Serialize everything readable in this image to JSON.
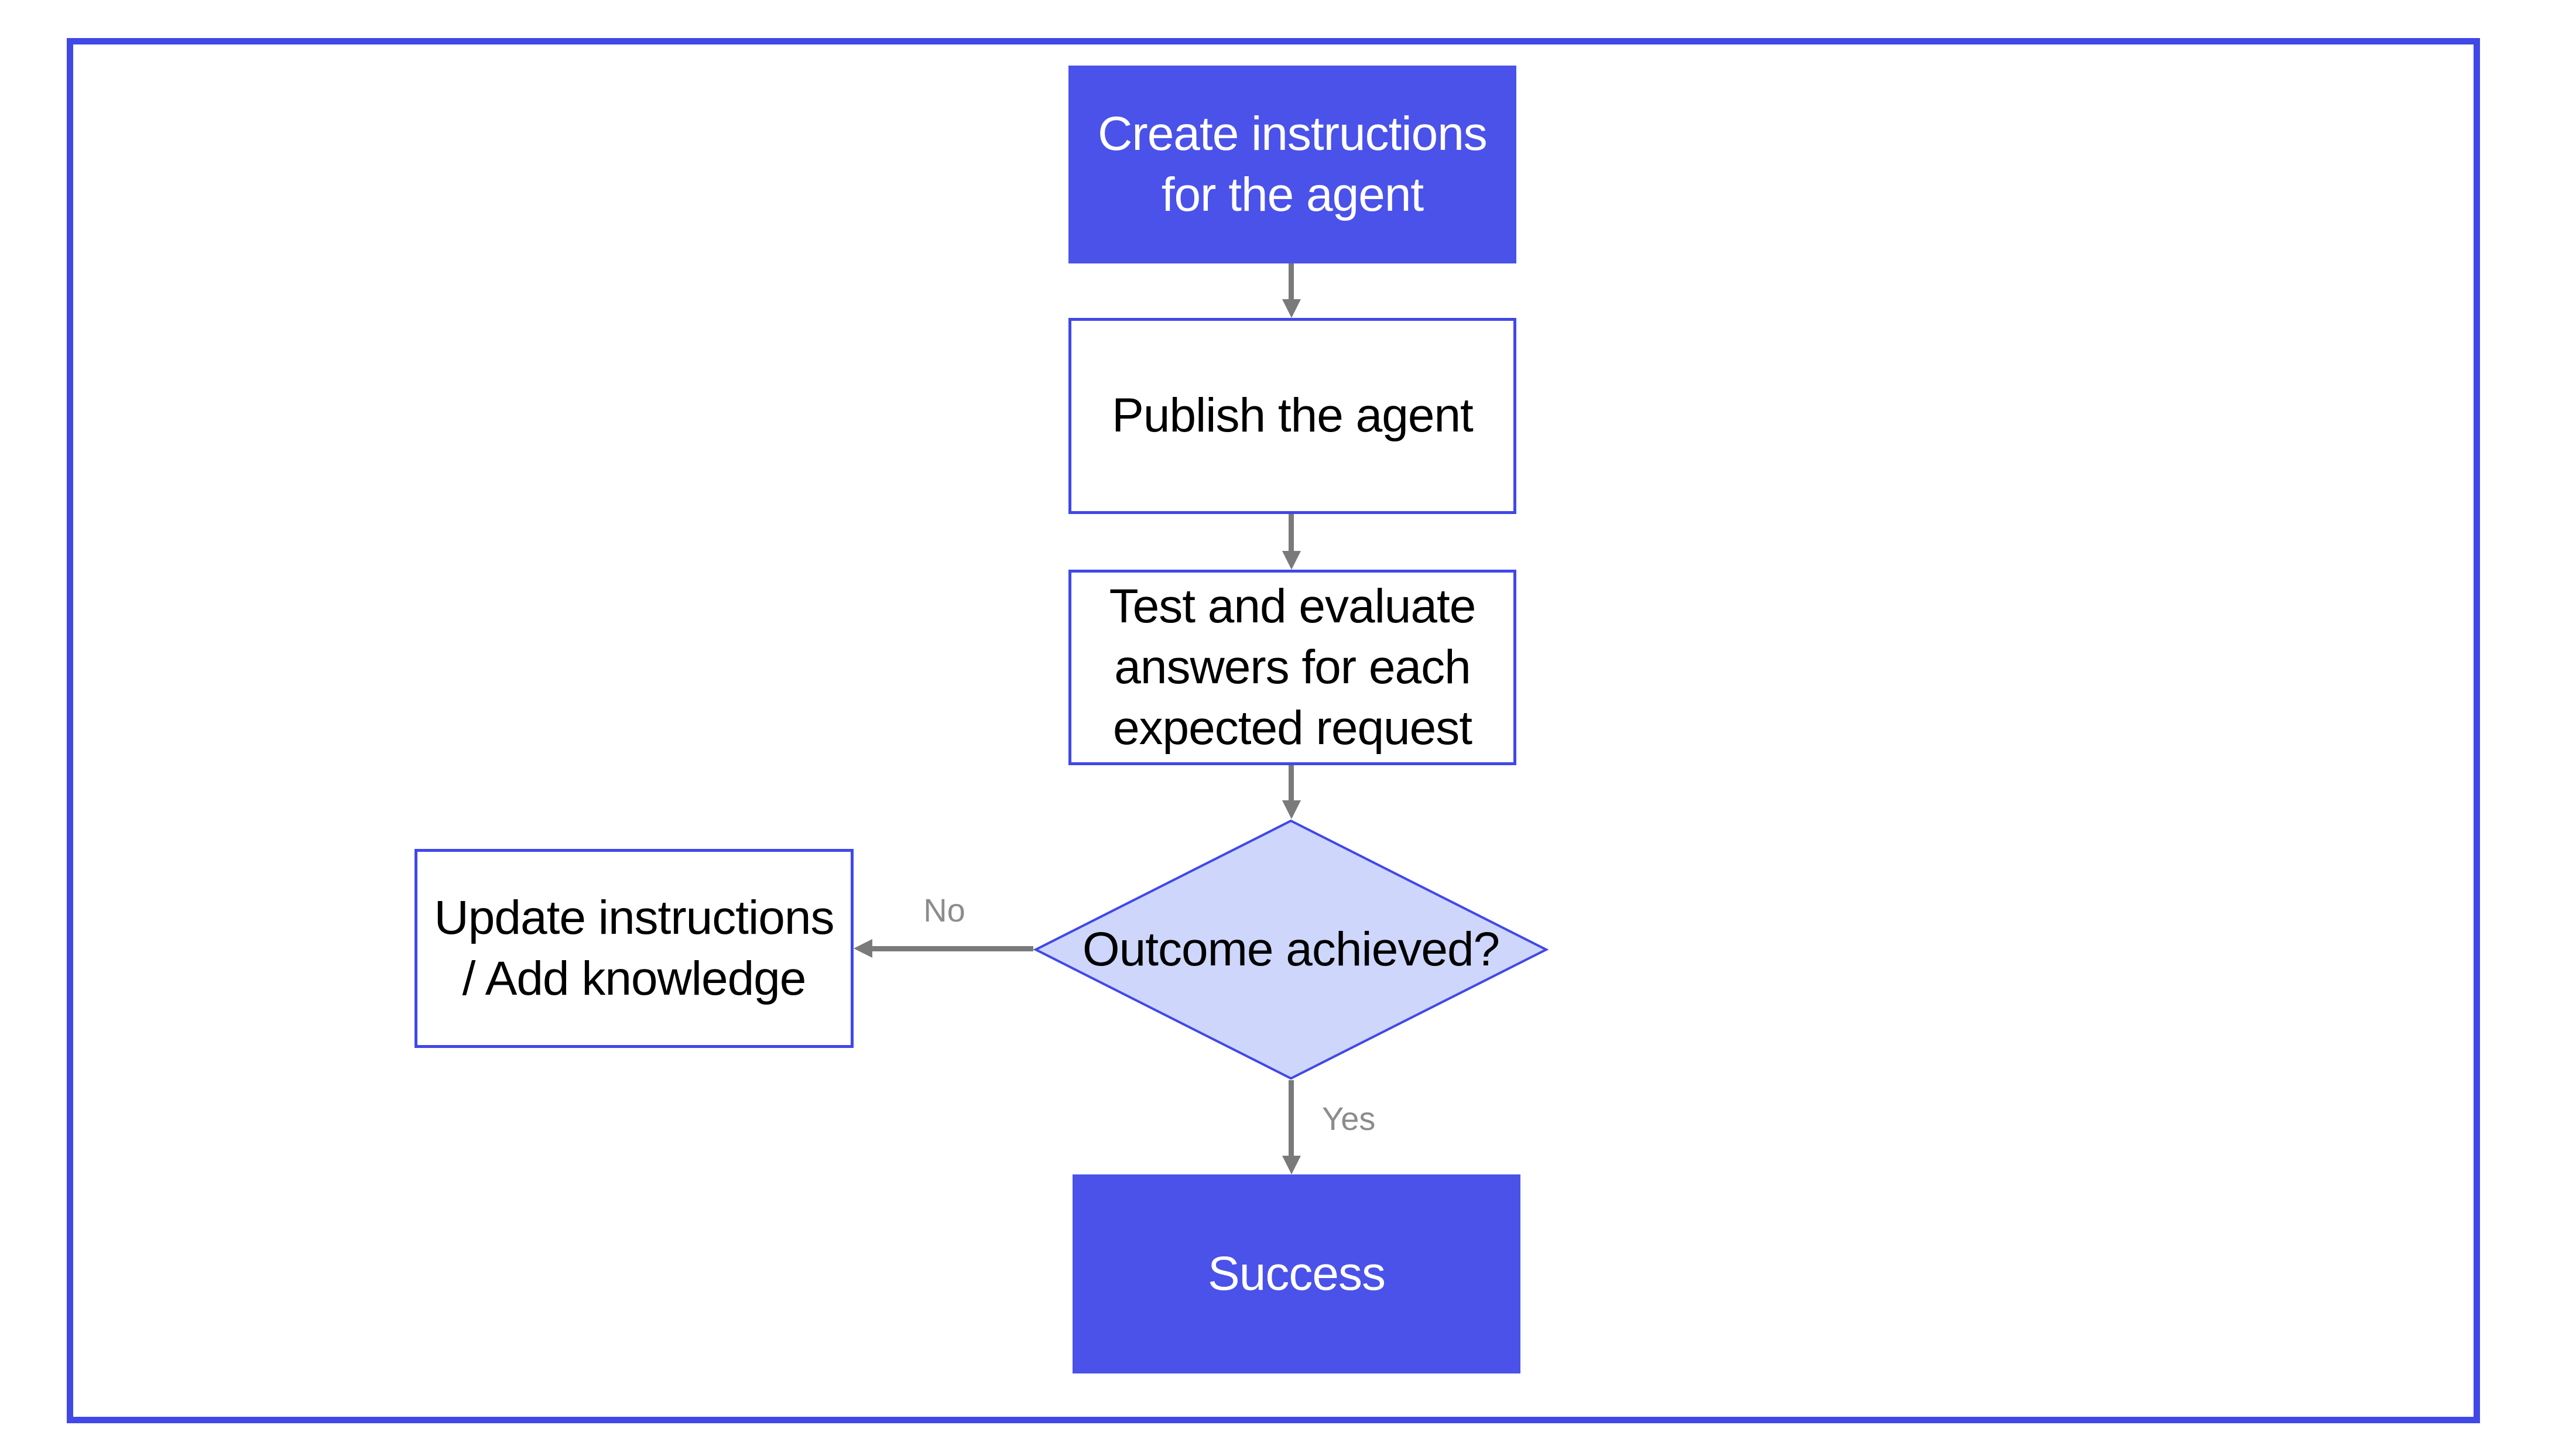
{
  "flowchart": {
    "nodes": [
      {
        "id": "create",
        "label": "Create instructions for the agent",
        "type": "process",
        "style": "filled"
      },
      {
        "id": "publish",
        "label": "Publish the agent",
        "type": "process",
        "style": "outlined"
      },
      {
        "id": "test",
        "label": "Test and evaluate answers for each expected request",
        "type": "process",
        "style": "outlined"
      },
      {
        "id": "decision",
        "label": "Outcome achieved?",
        "type": "decision",
        "style": "light-filled"
      },
      {
        "id": "update",
        "label": "Update instructions / Add knowledge",
        "type": "process",
        "style": "outlined"
      },
      {
        "id": "success",
        "label": "Success",
        "type": "terminal",
        "style": "filled"
      }
    ],
    "edges": [
      {
        "from": "create",
        "to": "publish",
        "label": ""
      },
      {
        "from": "publish",
        "to": "test",
        "label": ""
      },
      {
        "from": "test",
        "to": "decision",
        "label": ""
      },
      {
        "from": "decision",
        "to": "success",
        "label": "Yes"
      },
      {
        "from": "decision",
        "to": "update",
        "label": "No"
      }
    ]
  },
  "theme": {
    "bg": "#ffffff",
    "fill-blue": "#4a52e9",
    "border-blue": "#4048e8",
    "diamond-fill": "#ced6fb",
    "arrow-gray": "#7a7a7a",
    "label-gray": "#8c8c8c",
    "text-dark": "#000000",
    "text-light": "#ffffff"
  }
}
